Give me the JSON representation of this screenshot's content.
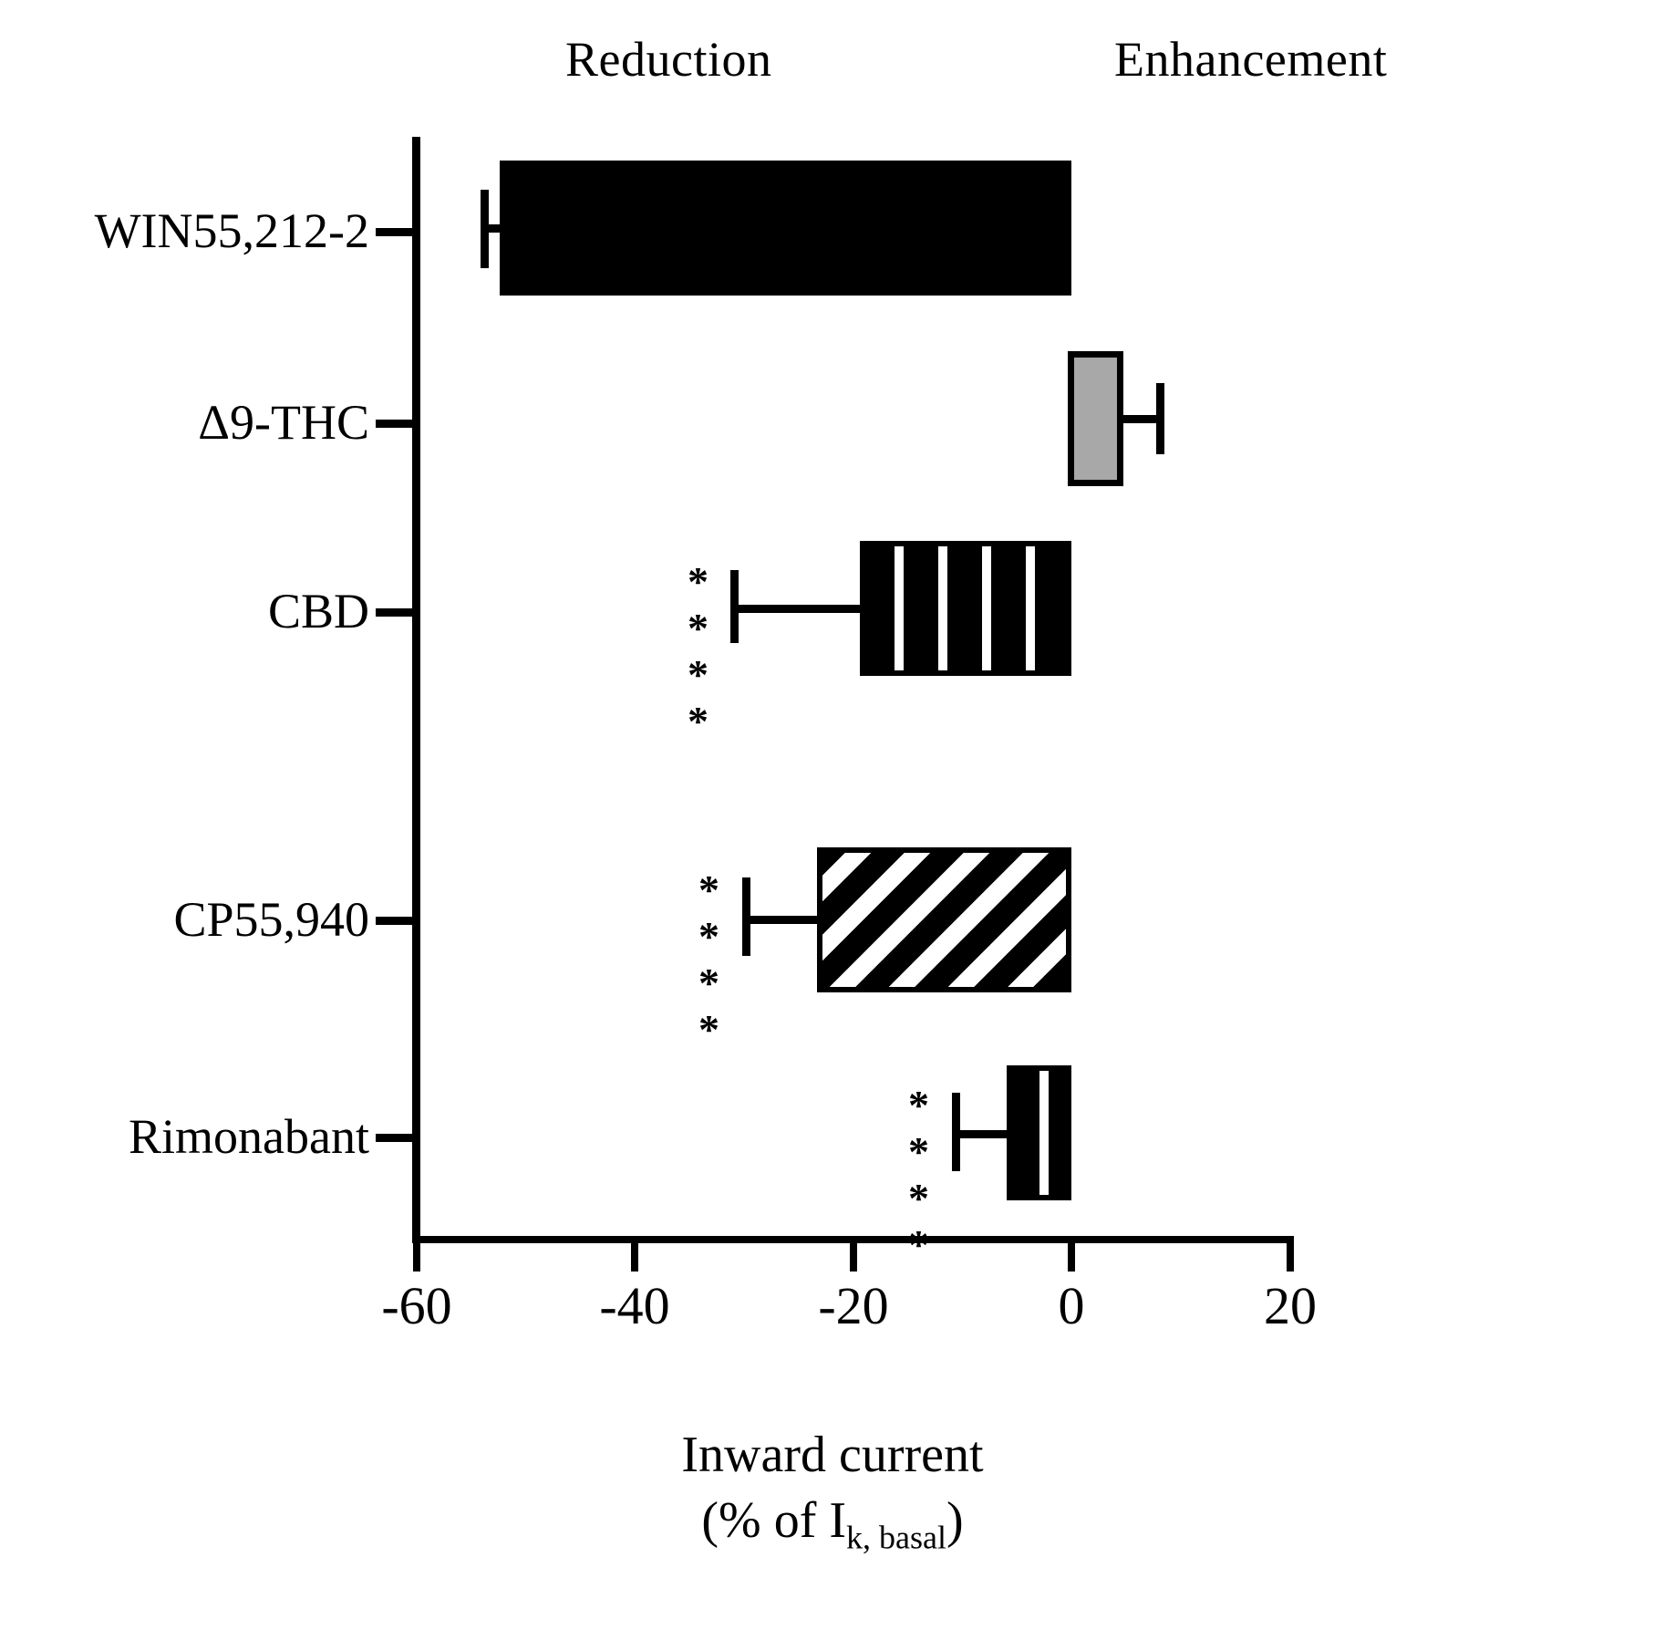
{
  "header": {
    "left_label": "Reduction",
    "right_label": "Enhancement"
  },
  "axis_label": {
    "line1": "Inward current",
    "line2_pre": "(% of I",
    "line2_sub": "k, basal",
    "line2_post": ")"
  },
  "chart_data": {
    "type": "bar",
    "orientation": "horizontal",
    "title": "",
    "xlabel": "Inward current (% of Ik, basal)",
    "ylabel": "",
    "xlim": [
      -60,
      20
    ],
    "xticks": [
      -60,
      -40,
      -20,
      0,
      20
    ],
    "xticklabels": [
      "-60",
      "-40",
      "-20",
      "0",
      "20"
    ],
    "grid": false,
    "legend": false,
    "region_labels": [
      "Reduction",
      "Enhancement"
    ],
    "categories": [
      "WIN55,212-2",
      "Δ9-THC",
      "CBD",
      "CP55,940",
      "Rimonabant"
    ],
    "values": [
      -52,
      5,
      -19,
      -23,
      -4
    ],
    "errors": [
      1.5,
      3,
      9,
      9,
      6
    ],
    "significance": [
      "",
      "",
      "****",
      "****",
      "****"
    ],
    "fills": [
      "solid-black",
      "solid-gray",
      "vertical-stripes",
      "diagonal-hatch",
      "cross-grid"
    ],
    "series": [
      {
        "name": "Inward current (% of Ik, basal)",
        "points": [
          {
            "category": "WIN55,212-2",
            "value": -52,
            "error": 1.5,
            "sig": "",
            "fill": "solid-black"
          },
          {
            "category": "Δ9-THC",
            "value": 5,
            "error": 3,
            "sig": "",
            "fill": "solid-gray"
          },
          {
            "category": "CBD",
            "value": -19,
            "error": 9,
            "sig": "****",
            "fill": "vertical-stripes"
          },
          {
            "category": "CP55,940",
            "value": -23,
            "error": 9,
            "sig": "****",
            "fill": "diagonal-hatch"
          },
          {
            "category": "Rimonabant",
            "value": -4,
            "error": 6,
            "sig": "****",
            "fill": "cross-grid"
          }
        ]
      }
    ]
  },
  "colors": {
    "axis": "#000000",
    "bar_black": "#000000",
    "bar_gray": "#a8a8a8",
    "background": "#ffffff"
  }
}
